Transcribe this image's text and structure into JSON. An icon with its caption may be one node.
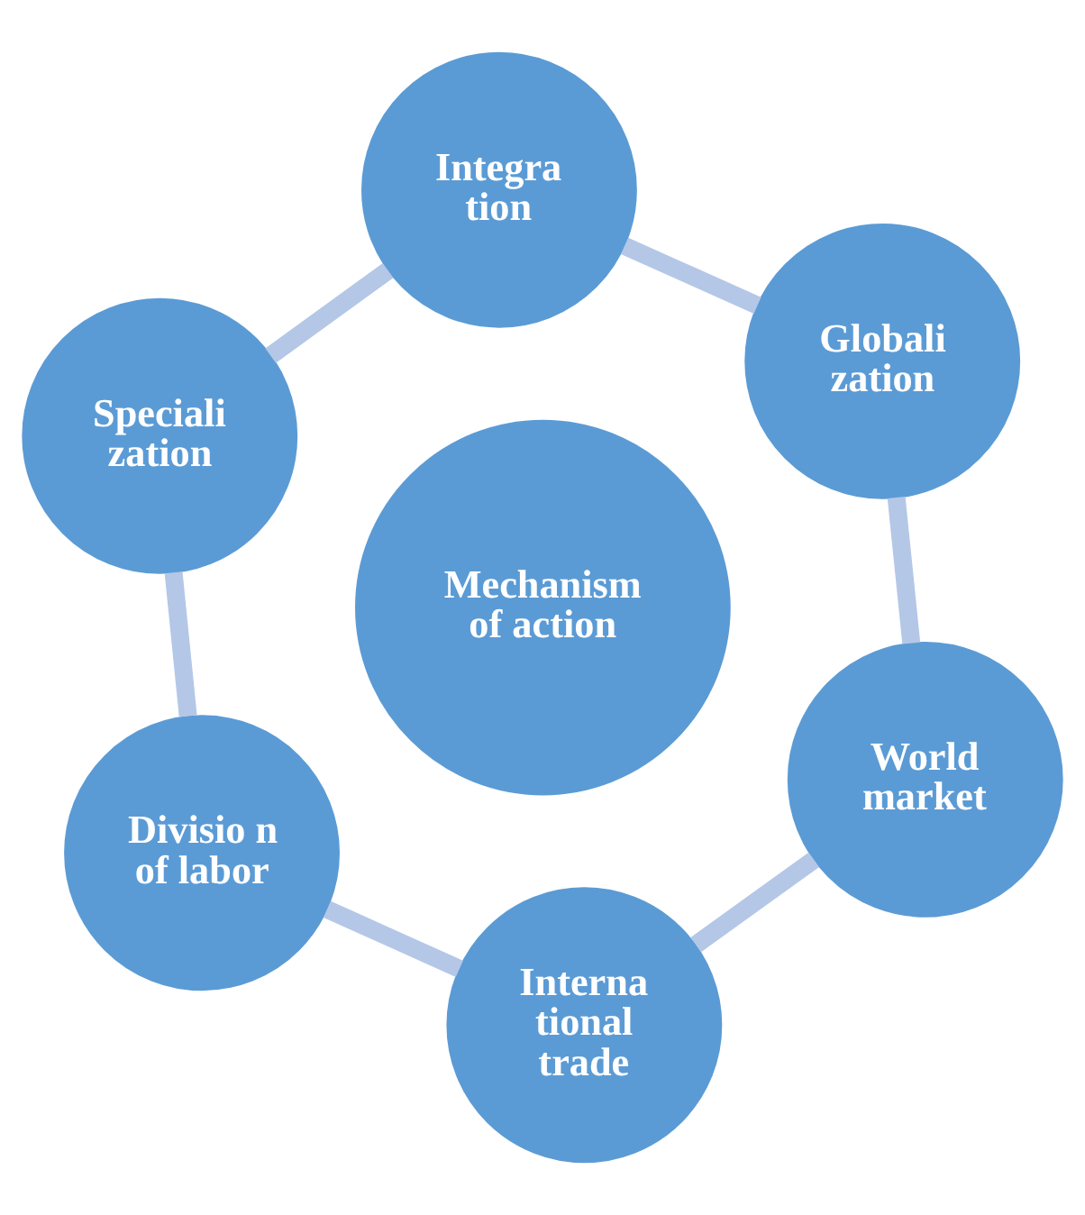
{
  "diagram": {
    "nodes": [
      {
        "text": [
          "Integra tion"
        ]
      },
      {
        "text": [
          "Globali zation"
        ]
      },
      {
        "text": [
          "Speciali zation"
        ]
      },
      {
        "text": [
          "Mechanism of action"
        ]
      },
      {
        "text": [
          "World market"
        ]
      },
      {
        "text": [
          "Divisio n of labor"
        ]
      },
      {
        "text": [
          "Interna tional trade"
        ]
      }
    ],
    "edges": [
      {
        "from": 0,
        "to": 2,
        "arrow": "none"
      },
      {
        "from": 2,
        "to": 5,
        "arrow": "none"
      },
      {
        "from": 5,
        "to": 6,
        "arrow": "none"
      },
      {
        "from": 6,
        "to": 4,
        "arrow": "none"
      },
      {
        "from": 4,
        "to": 1,
        "arrow": "none"
      },
      {
        "from": 1,
        "to": 0,
        "arrow": "none"
      }
    ]
  }
}
